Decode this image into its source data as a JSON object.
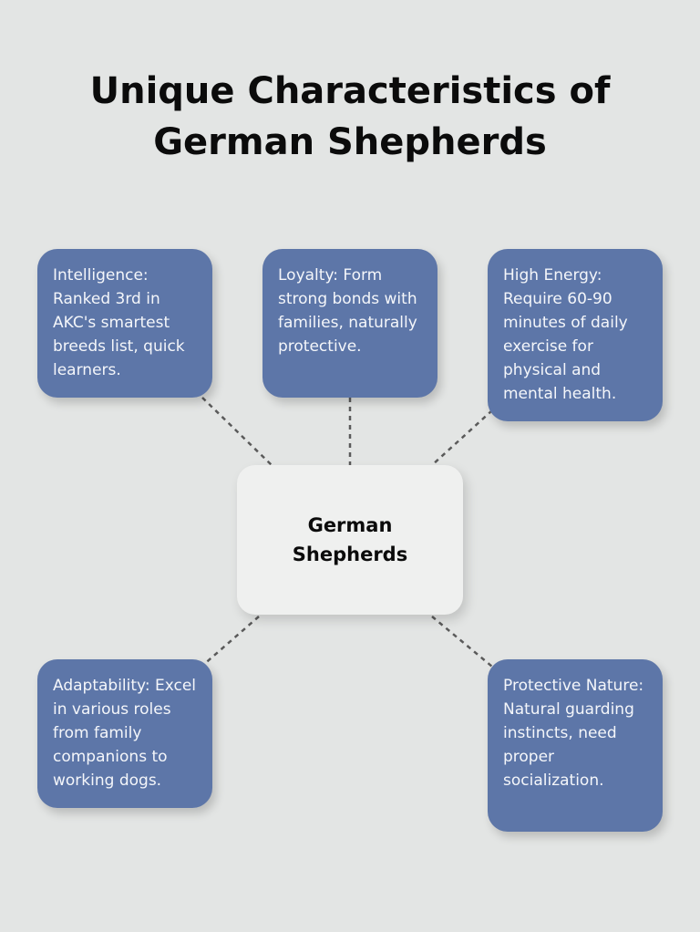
{
  "title": "Unique Characteristics of\nGerman Shepherds",
  "center": {
    "label": "German Shepherds"
  },
  "nodes": [
    {
      "text": "Intelligence: Ranked 3rd in AKC's smartest breeds list, quick learners."
    },
    {
      "text": "Loyalty: Form strong bonds with families, naturally protective."
    },
    {
      "text": "High Energy: Require 60-90 minutes of daily exercise for physical and mental health."
    },
    {
      "text": "Adaptability: Excel in various roles from family companions to working dogs."
    },
    {
      "text": "Protective Nature: Natural guarding instincts, need proper socialization."
    }
  ],
  "colors": {
    "background": "#e3e5e4",
    "node_fill": "#5d76a8",
    "node_text": "#f4f6fa",
    "center_fill": "#eff0ef",
    "connector": "#5a5a5a"
  }
}
